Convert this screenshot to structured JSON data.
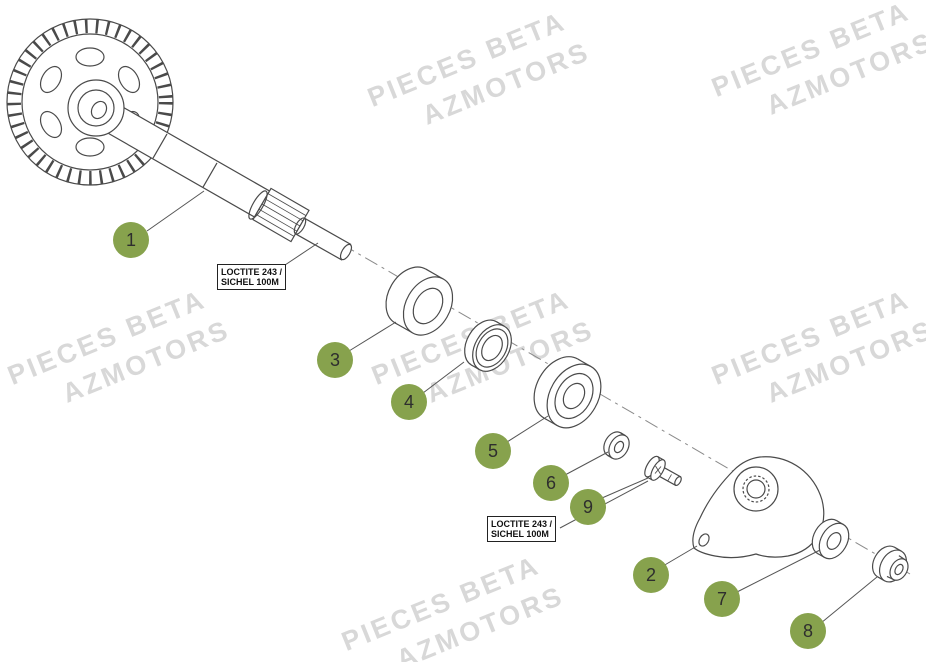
{
  "watermark": {
    "line1": "PIECES BETA",
    "line2": "AZMOTORS"
  },
  "callouts": [
    {
      "number": "1"
    },
    {
      "number": "3"
    },
    {
      "number": "4"
    },
    {
      "number": "5"
    },
    {
      "number": "6"
    },
    {
      "number": "9"
    },
    {
      "number": "2"
    },
    {
      "number": "7"
    },
    {
      "number": "8"
    }
  ],
  "annotations": [
    {
      "line1": "LOCTITE 243 /",
      "line2": "SICHEL 100M"
    },
    {
      "line1": "LOCTITE 243 /",
      "line2": "SICHEL 100M"
    }
  ],
  "colors": {
    "callout": "#87a24d",
    "watermark": "#d8d8d8",
    "line": "#4a4a4a"
  }
}
